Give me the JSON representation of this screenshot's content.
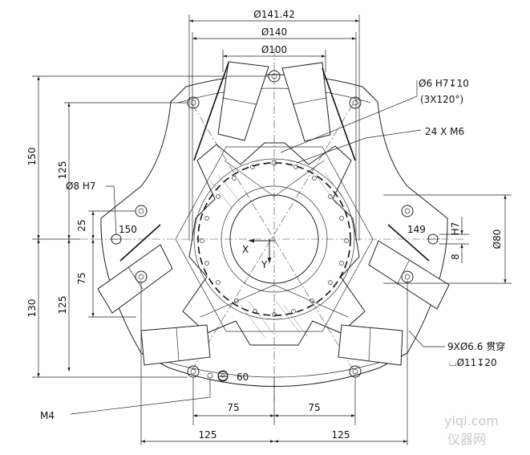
{
  "dimensions": {
    "d141": "Ø141.42",
    "d140": "Ø140",
    "d100": "Ø100",
    "d80": "Ø80",
    "h150": "150",
    "h125a": "125",
    "h25": "25",
    "h75v": "75",
    "h125b": "125",
    "h130": "130",
    "w75a": "75",
    "w75b": "75",
    "w125a": "125",
    "w125b": "125",
    "n150": "150",
    "n149": "149",
    "n60": "60",
    "n8": "8",
    "nH7": "H7"
  },
  "annotations": {
    "pin_hole": "Ø6 H7↧10",
    "pin_pattern": "(3X120°)",
    "thread": "24 X M6",
    "pin8": "Ø8 H7",
    "m4": "M4",
    "holes": "9XØ6.6 贯穿",
    "cbore": "⌴Ø11↧20"
  },
  "axes": {
    "x": "X",
    "y": "Y"
  },
  "watermark": {
    "site": "yiqi.com",
    "brand": "仪器网"
  }
}
